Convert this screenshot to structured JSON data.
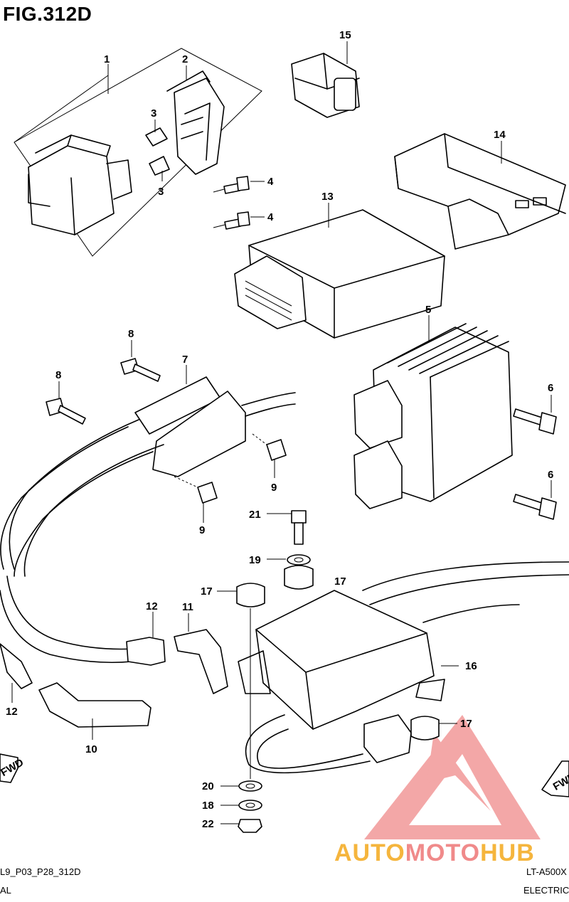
{
  "figure": {
    "title": "FIG.312D",
    "code": "L9_P03_P28_312D",
    "desc": "AL",
    "model": "LT-A500X",
    "section": "ELECTRICA"
  },
  "watermark": {
    "part1": "AUTO",
    "part2": "MOTO",
    "part3": "HUB",
    "triangle_color": "#f08a8a",
    "text_color": "#f5b53d"
  },
  "direction_arrows": [
    "FWD",
    "FWD"
  ],
  "callouts": {
    "c1": "1",
    "c2": "2",
    "c3a": "3",
    "c3b": "3",
    "c4a": "4",
    "c4b": "4",
    "c5": "5",
    "c6a": "6",
    "c6b": "6",
    "c7": "7",
    "c8a": "8",
    "c8b": "8",
    "c9a": "9",
    "c9b": "9",
    "c10": "10",
    "c11": "11",
    "c12a": "12",
    "c12b": "12",
    "c13": "13",
    "c14": "14",
    "c15": "15",
    "c16": "16",
    "c17a": "17",
    "c17b": "17",
    "c17c": "17",
    "c18": "18",
    "c19": "19",
    "c20": "20",
    "c21": "21",
    "c22": "22"
  }
}
